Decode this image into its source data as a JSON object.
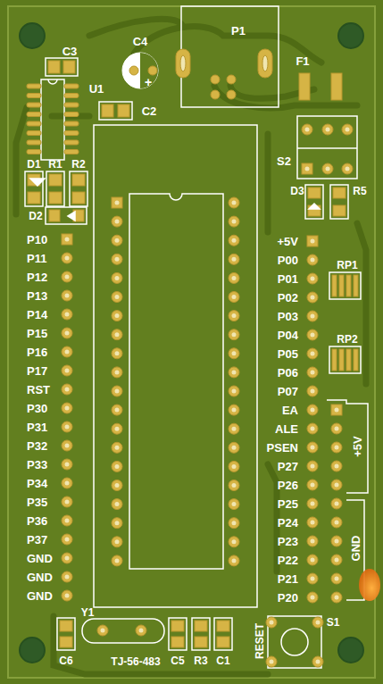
{
  "diagram": {
    "labels": [
      "P1",
      "C3",
      "C4",
      "F1",
      "+",
      "U1",
      "C2",
      "S2",
      "D1",
      "R1",
      "R2",
      "D3",
      "R5",
      "D2",
      "P10",
      "P11",
      "P12",
      "P13",
      "P14",
      "P15",
      "P16",
      "P17",
      "RST",
      "P30",
      "P31",
      "P32",
      "P33",
      "P34",
      "P35",
      "P36",
      "P37",
      "GND",
      "GND",
      "GND",
      "+5V",
      "P00",
      "P01",
      "P02",
      "P03",
      "P04",
      "P05",
      "P06",
      "P07",
      "EA",
      "ALE",
      "PSEN",
      "P27",
      "P26",
      "P25",
      "P24",
      "P23",
      "P22",
      "P21",
      "P20",
      "RP1",
      "RP2",
      "+5V",
      "GND",
      "Y1",
      "S1",
      "RESET",
      "C6",
      "TJ-56-483",
      "C5",
      "R3",
      "C1"
    ]
  }
}
